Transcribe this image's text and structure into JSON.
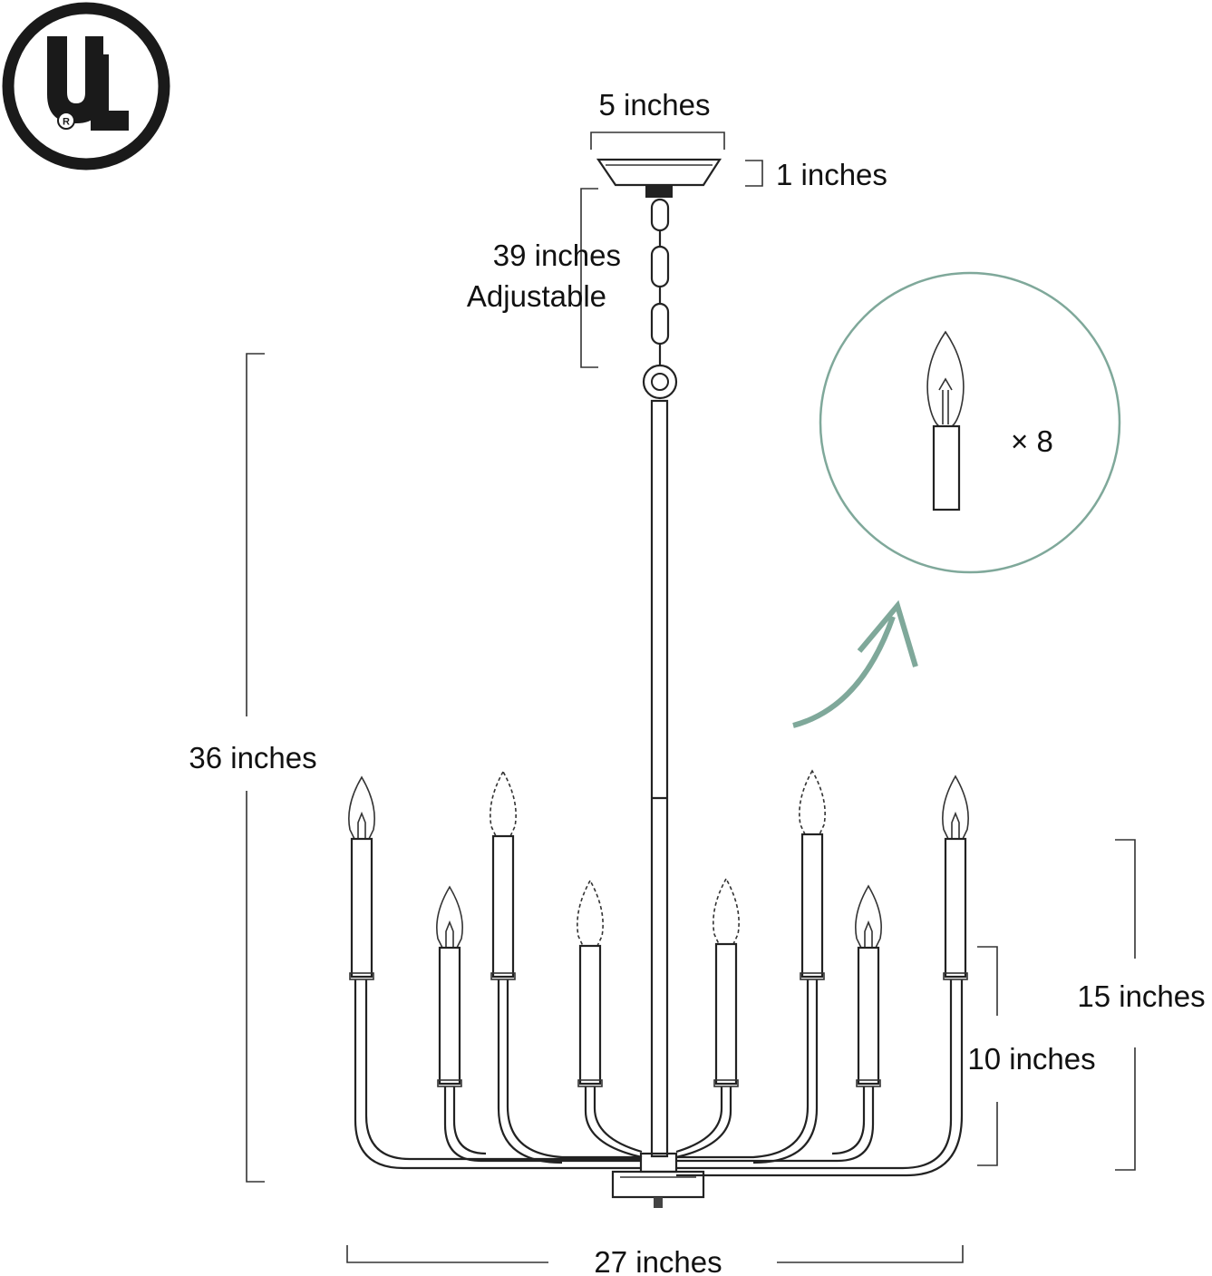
{
  "logo": {
    "text": "UL",
    "mark": "®"
  },
  "dimensions": {
    "canopy_width": "5 inches",
    "canopy_height": "1 inches",
    "chain_length": "39 inches",
    "chain_note": "Adjustable",
    "total_height": "36 inches",
    "tall_candle_height": "15 inches",
    "short_candle_height": "10 inches",
    "diameter": "27 inches"
  },
  "bulbs": {
    "count_label": "× 8",
    "count": 8
  },
  "colors": {
    "accent": "#7fa89a",
    "line": "#222222"
  }
}
